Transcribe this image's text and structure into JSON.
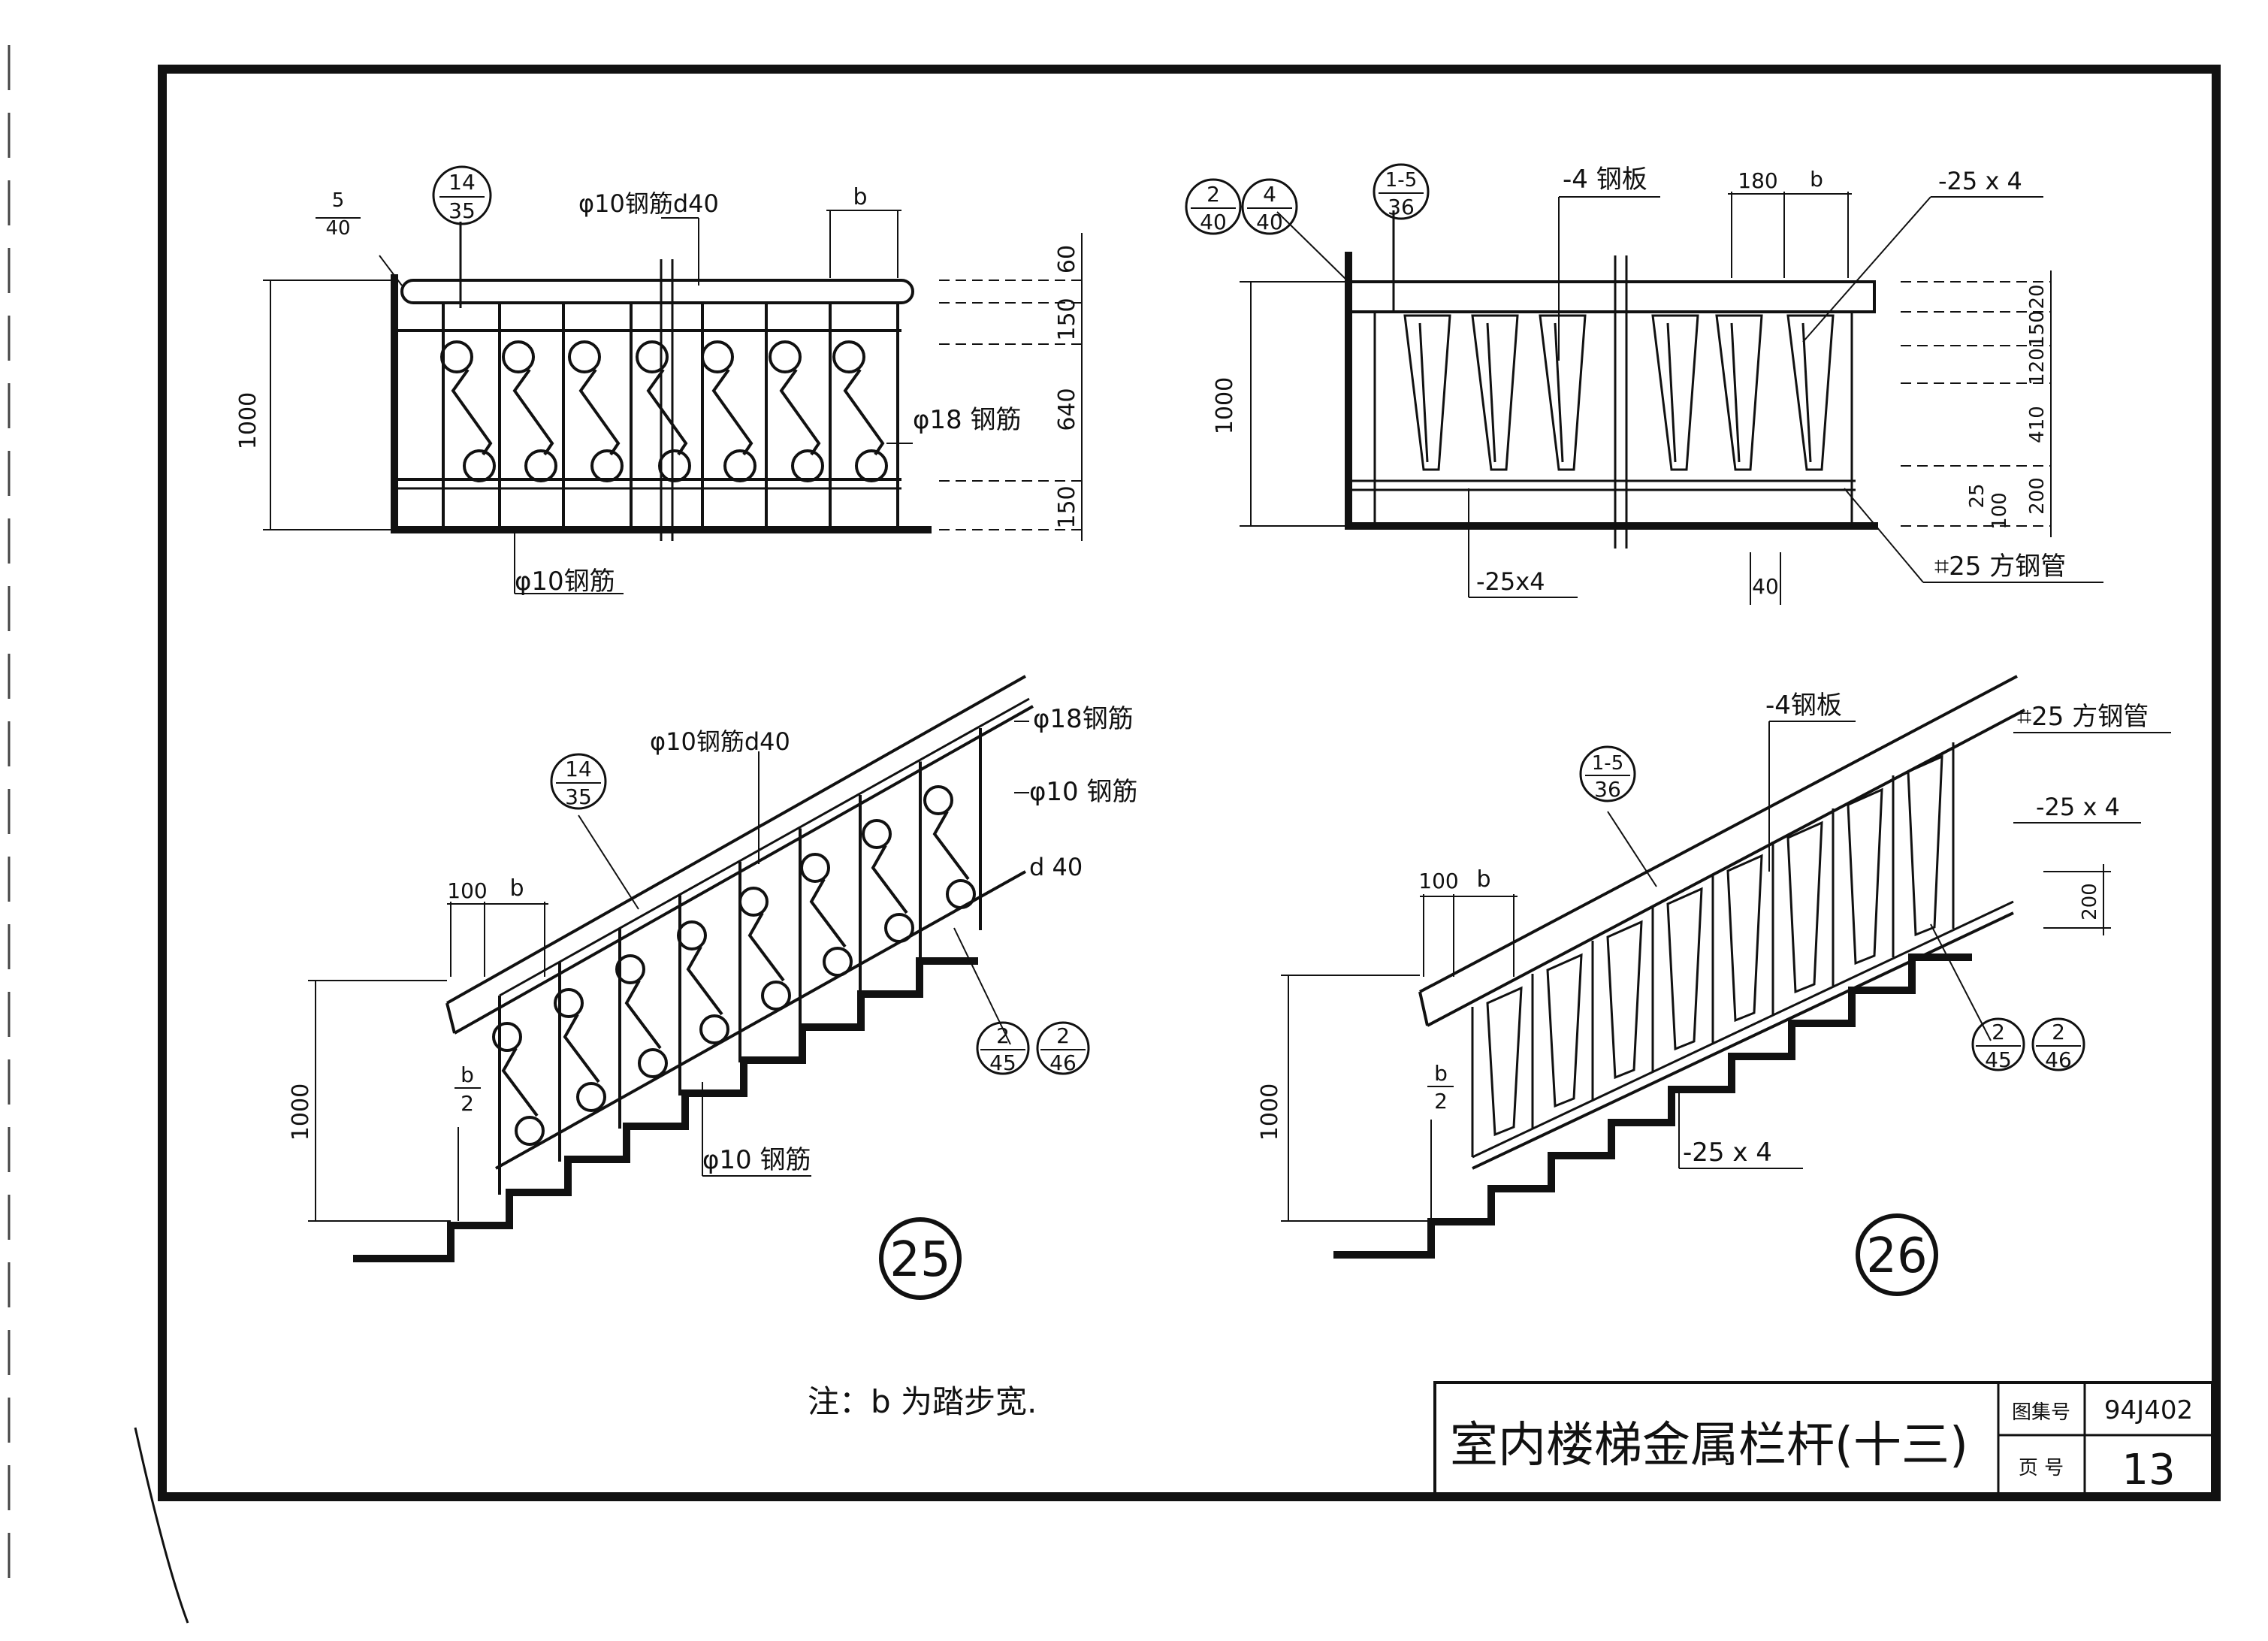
{
  "sheet": {
    "title": "室内楼梯金属栏杆(十三)",
    "atlas_label": "图集号",
    "atlas_value": "94J402",
    "page_label": "页  号",
    "page_value": "13",
    "note": "注：b 为踏步宽."
  },
  "detail25": {
    "number": "25",
    "elev_labels": {
      "rebar_d40": "φ10钢筋d40",
      "b": "b",
      "rebar18": "φ18 钢筋",
      "rebar10_bottom": "φ10钢筋",
      "h1000": "1000",
      "d60": "60",
      "d150a": "150",
      "d640": "640",
      "d150b": "150",
      "ref_top_a": "5",
      "ref_bot_a": "40",
      "ref_top_b": "14",
      "ref_bot_b": "35"
    },
    "stair_labels": {
      "rebar_d40": "φ10钢筋d40",
      "rebar18": "φ18钢筋",
      "rebar10": "φ10 钢筋",
      "d40": "d 40",
      "rebar10_bottom": "φ10 钢筋",
      "h1000": "1000",
      "d100": "100",
      "b": "b",
      "b2_top": "b",
      "b2_bot": "2",
      "ref_top": "14",
      "ref_bot": "35",
      "ref2a_top": "2",
      "ref2a_bot": "45",
      "ref2b_top": "2",
      "ref2b_bot": "46"
    }
  },
  "detail26": {
    "number": "26",
    "elev_labels": {
      "plate": "-4 钢板",
      "d180": "180",
      "b": "b",
      "flat": "-25 x 4",
      "flat_bottom": "-25x4",
      "tube": "⌗25  方钢管",
      "h1000": "1000",
      "d40": "40",
      "d20": "20",
      "d150": "150",
      "d120": "120",
      "d410": "410",
      "d200": "200",
      "d25": "25",
      "d100": "100",
      "ref_a_top": "2",
      "ref_a_bot": "40",
      "ref_b_top": "4",
      "ref_b_bot": "40",
      "ref_c_top": "1-5",
      "ref_c_bot": "36"
    },
    "stair_labels": {
      "plate": "-4钢板",
      "tube": "⌗25 方钢管",
      "flat": "-25 x 4",
      "flat_bottom": "-25 x 4",
      "d200": "200",
      "d100": "100",
      "b": "b",
      "b2_top": "b",
      "b2_bot": "2",
      "h1000": "1000",
      "ref_top": "1-5",
      "ref_bot": "36",
      "ref2a_top": "2",
      "ref2a_bot": "45",
      "ref2b_top": "2",
      "ref2b_bot": "46"
    }
  }
}
